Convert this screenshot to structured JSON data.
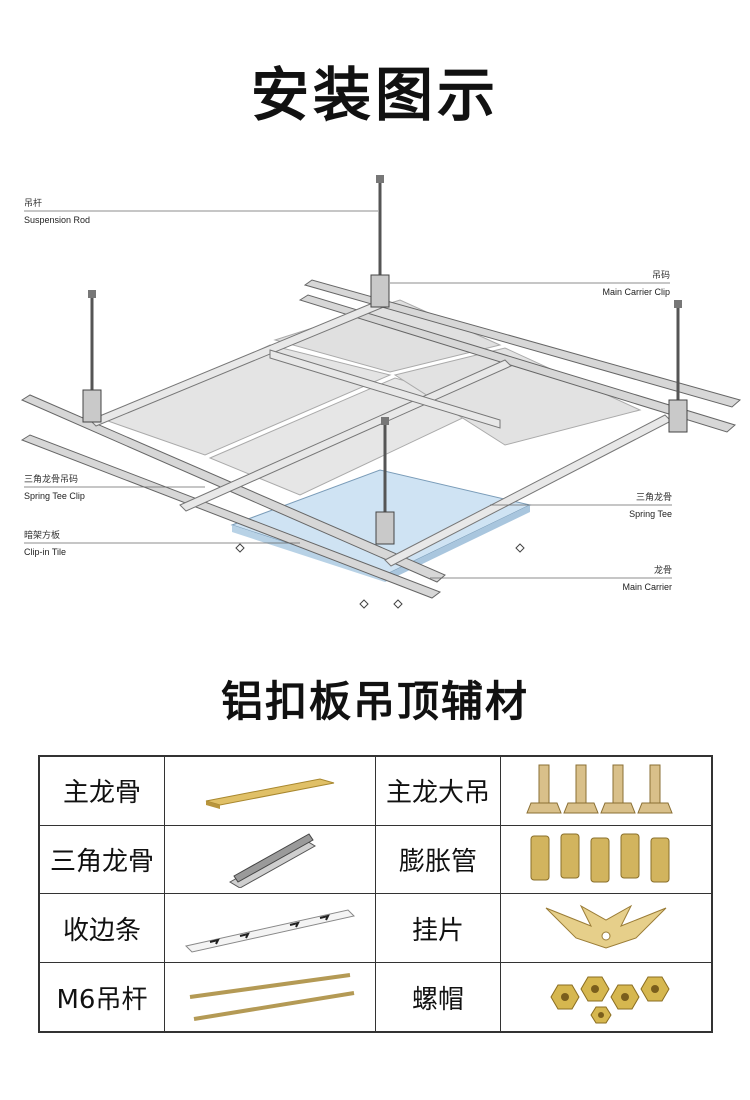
{
  "title": "安装图示",
  "subtitle": "铝扣板吊顶辅材",
  "diagram": {
    "labels": {
      "suspension_rod": {
        "zh": "吊杆",
        "en": "Suspension Rod"
      },
      "main_carrier_clip": {
        "zh": "吊码",
        "en": "Main Carrier Clip"
      },
      "spring_tee_clip": {
        "zh": "三角龙骨吊码",
        "en": "Spring Tee Clip"
      },
      "spring_tee": {
        "zh": "三角龙骨",
        "en": "Spring Tee"
      },
      "clip_in_tile": {
        "zh": "暗架方板",
        "en": "Clip-in Tile"
      },
      "main_carrier": {
        "zh": "龙骨",
        "en": "Main Carrier"
      }
    }
  },
  "table": {
    "rows": [
      {
        "left_name": "主龙骨",
        "left_icon": "gold-channel-rail",
        "right_name": "主龙大吊",
        "right_icon": "hanger-brackets"
      },
      {
        "left_name": "三角龙骨",
        "left_icon": "triangle-keel",
        "right_name": "膨胀管",
        "right_icon": "expansion-tubes"
      },
      {
        "left_name": "收边条",
        "left_icon": "edge-trim-strip",
        "right_name": "挂片",
        "right_icon": "hanging-clip"
      },
      {
        "left_name": "M6吊杆",
        "left_icon": "threaded-rods",
        "right_name": "螺帽",
        "right_icon": "hex-nuts"
      }
    ]
  },
  "colors": {
    "tile_blue": "#cfe3f3",
    "rail_gray": "#dcdcdc",
    "brass": "#d4b157"
  }
}
